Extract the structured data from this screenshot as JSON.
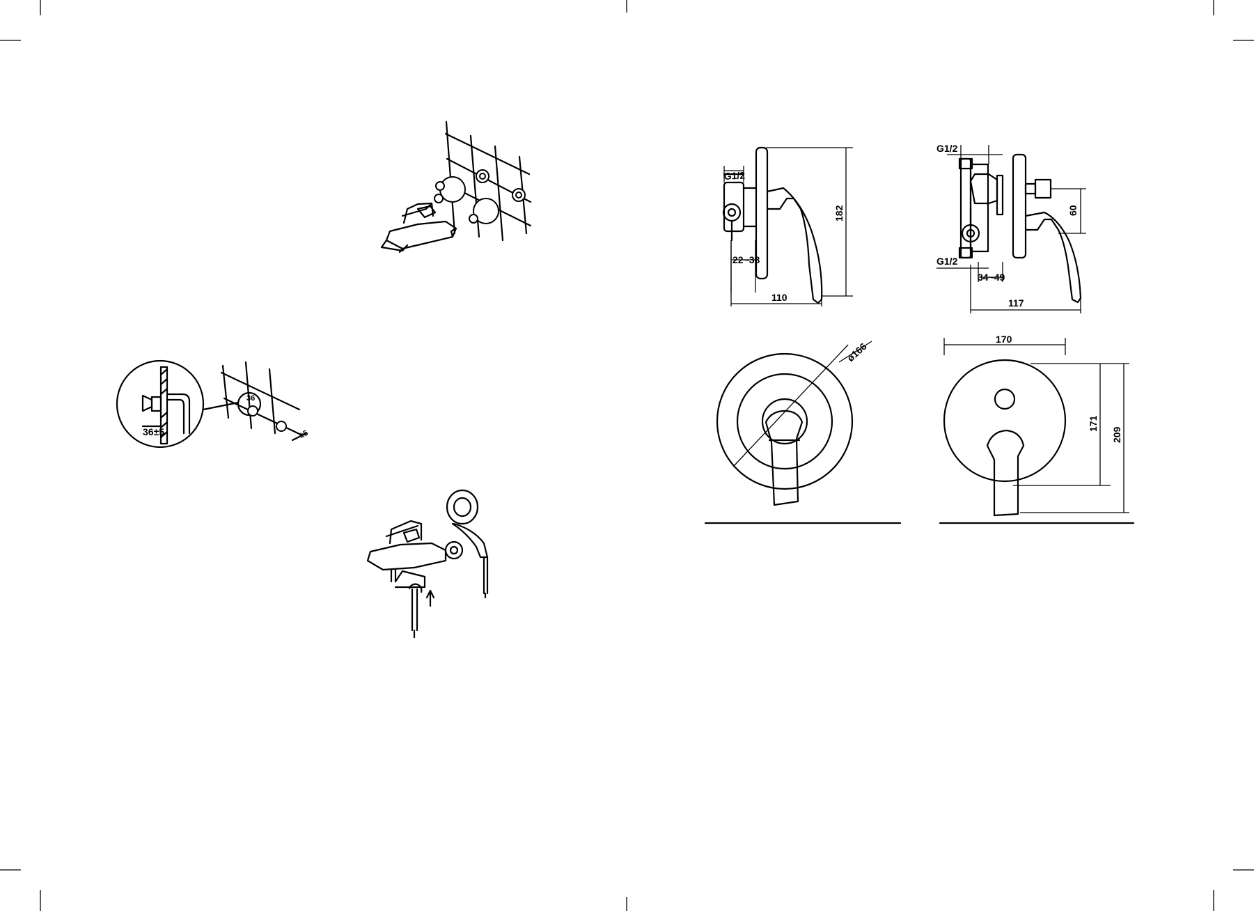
{
  "dims": {
    "g12_side": "G1/2",
    "range_2238": "22~38",
    "w110": "110",
    "h182": "182",
    "g12_top": "G1/2",
    "g12_bottom": "G1/2",
    "range_3449": "34~49",
    "w117": "117",
    "h60": "60",
    "d166": "ø166",
    "w170": "170",
    "h171": "171",
    "h209": "209"
  },
  "install": {
    "detail_dim": "36±5",
    "wall_dim": "36",
    "wall_tol": "±5"
  }
}
